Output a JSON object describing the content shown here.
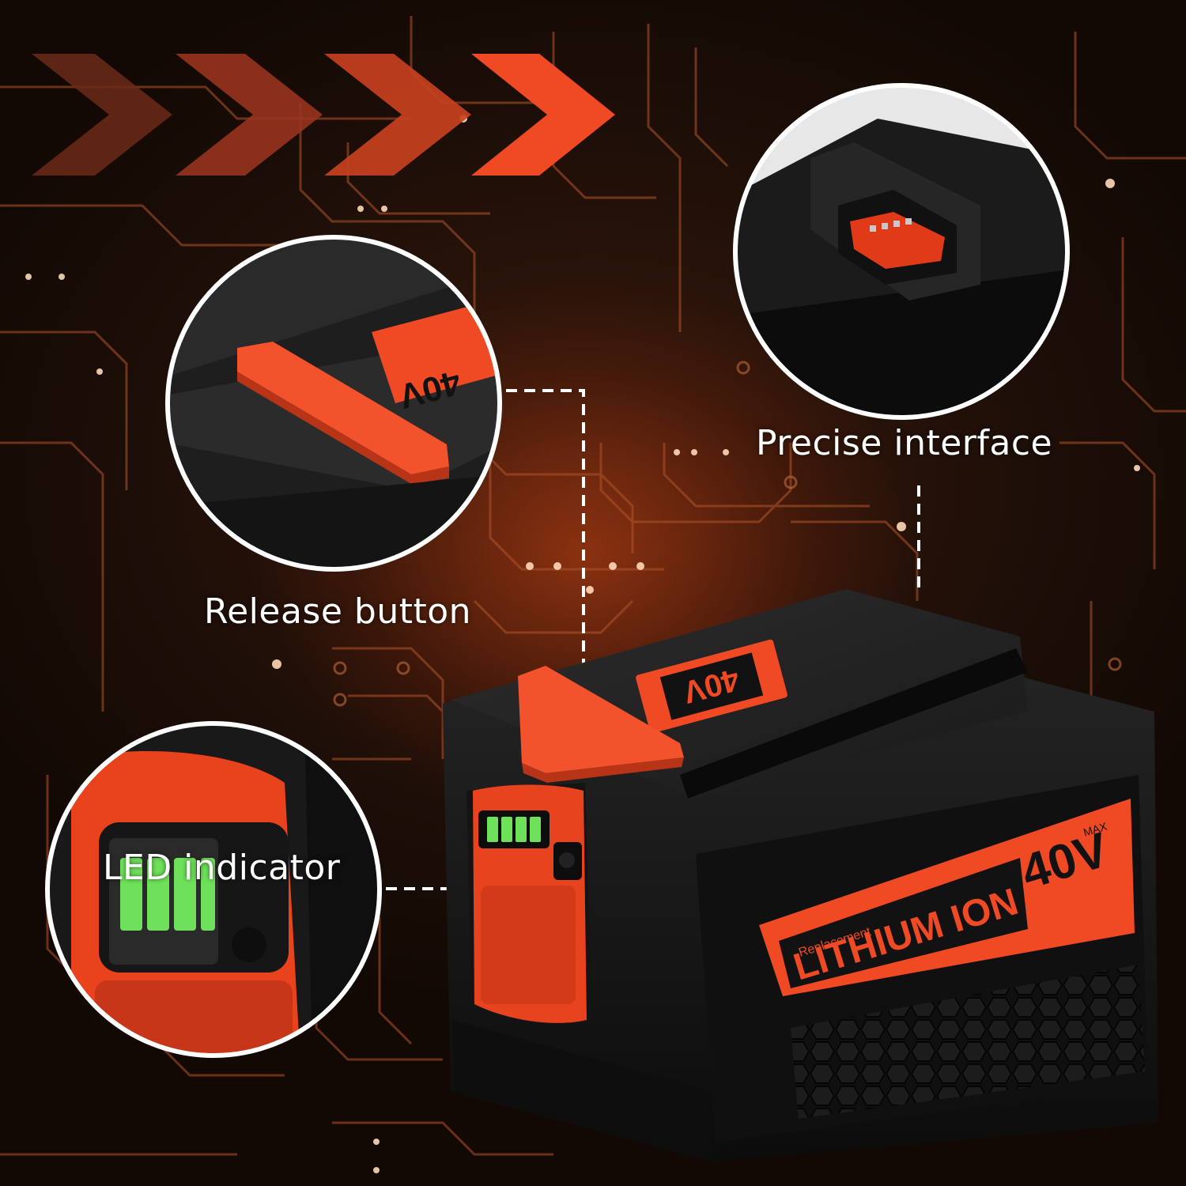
{
  "callouts": {
    "release_button": "Release button",
    "precise_interface": "Precise interface",
    "led_indicator": "LED indicator"
  },
  "battery": {
    "badge_voltage": "40V",
    "badge_max": "MAX",
    "label_replacement": "Replacement",
    "label_lithium_ion": "LITHIUM ION",
    "led_bars_lit": 4
  },
  "colors": {
    "accent_orange": "#f04a24",
    "dark_bg": "#1a0d06",
    "battery_black": "#141414",
    "led_green": "#6fe05a"
  },
  "icons": [
    "chevron-right-icon",
    "chevron-right-icon",
    "chevron-right-icon",
    "chevron-right-icon"
  ]
}
